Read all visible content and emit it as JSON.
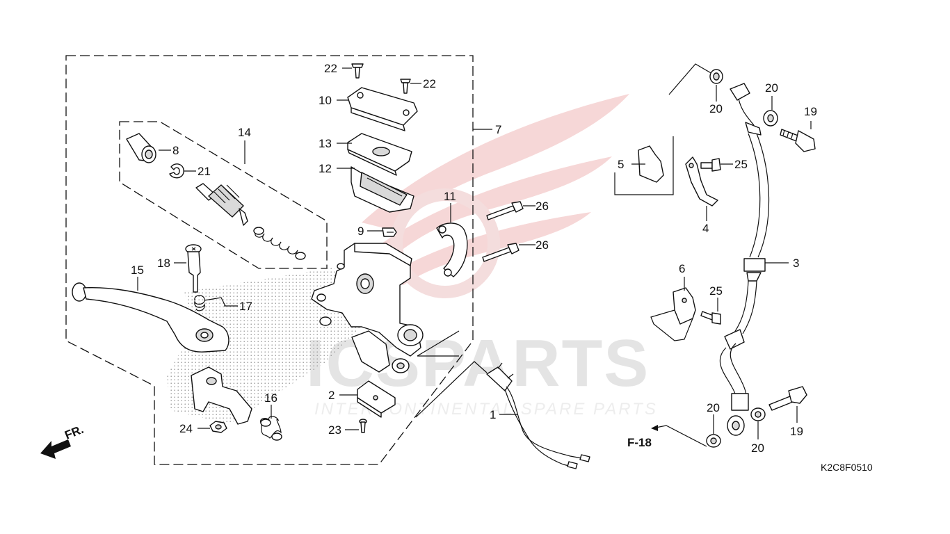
{
  "diagram": {
    "code": "K2C8F0510",
    "direction_label": "FR.",
    "reference_label": "F-18",
    "watermark": {
      "main": "ICSPARTS",
      "sub": "INTERCONTINENTAL SPARE PARTS"
    },
    "callouts": {
      "c1": "1",
      "c2": "2",
      "c3": "3",
      "c4": "4",
      "c5": "5",
      "c6": "6",
      "c7": "7",
      "c8": "8",
      "c9": "9",
      "c10": "10",
      "c11": "11",
      "c12": "12",
      "c13": "13",
      "c14": "14",
      "c15": "15",
      "c16": "16",
      "c17": "17",
      "c18": "18",
      "c19a": "19",
      "c19b": "19",
      "c20a": "20",
      "c20b": "20",
      "c20c": "20",
      "c20d": "20",
      "c21": "21",
      "c22a": "22",
      "c22b": "22",
      "c23": "23",
      "c24": "24",
      "c25a": "25",
      "c25b": "25",
      "c26a": "26",
      "c26b": "26"
    },
    "colors": {
      "line": "#111111",
      "watermark_red": "#f3c9c9",
      "watermark_grey": "#e2e2e2"
    }
  }
}
